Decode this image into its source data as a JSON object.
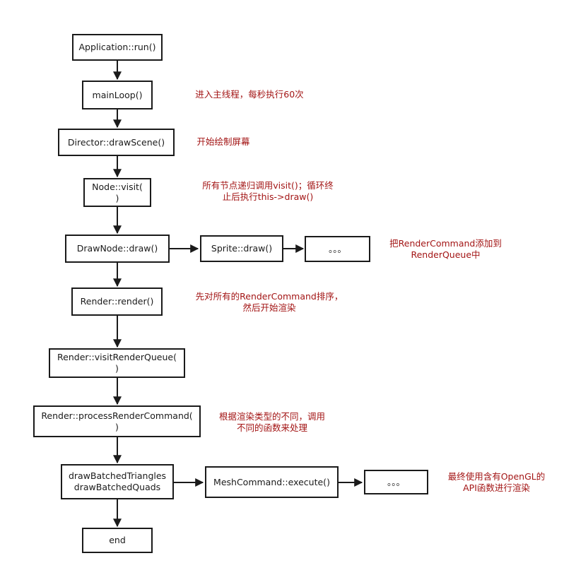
{
  "colors": {
    "box_border": "#1a1a1a",
    "box_text": "#1a1a1a",
    "note_text": "#a31515",
    "arrow": "#1a1a1a"
  },
  "nodes": {
    "app_run": "Application::run()",
    "main_loop": "mainLoop()",
    "draw_scene": "Director::drawScene()",
    "node_visit": "Node::visit(\n)",
    "drawnode_draw": "DrawNode::draw()",
    "sprite_draw": "Sprite::draw()",
    "draw_more": "。。。",
    "render_render": "Render::render()",
    "visit_render_queue": "Render::visitRenderQueue(\n)",
    "process_render_command": "Render::processRenderCommand(\n)",
    "draw_batched": "drawBatchedTriangles\ndrawBatchedQuads",
    "mesh_execute": "MeshCommand::execute()",
    "execute_more": "。。。",
    "end": "end"
  },
  "notes": {
    "main_loop": "进入主线程，每秒执行60次",
    "draw_scene": "开始绘制屏幕",
    "node_visit": "所有节点递归调用visit()；循环终\n止后执行this->draw()",
    "drawnode_draw": "把RenderCommand添加到\nRenderQueue中",
    "render_render": "先对所有的RenderCommand排序，\n然后开始渲染",
    "process_render_command": "根据渲染类型的不同，调用\n不同的函数来处理",
    "mesh_execute": "最终使用含有OpenGL的\nAPI函数进行渲染"
  }
}
